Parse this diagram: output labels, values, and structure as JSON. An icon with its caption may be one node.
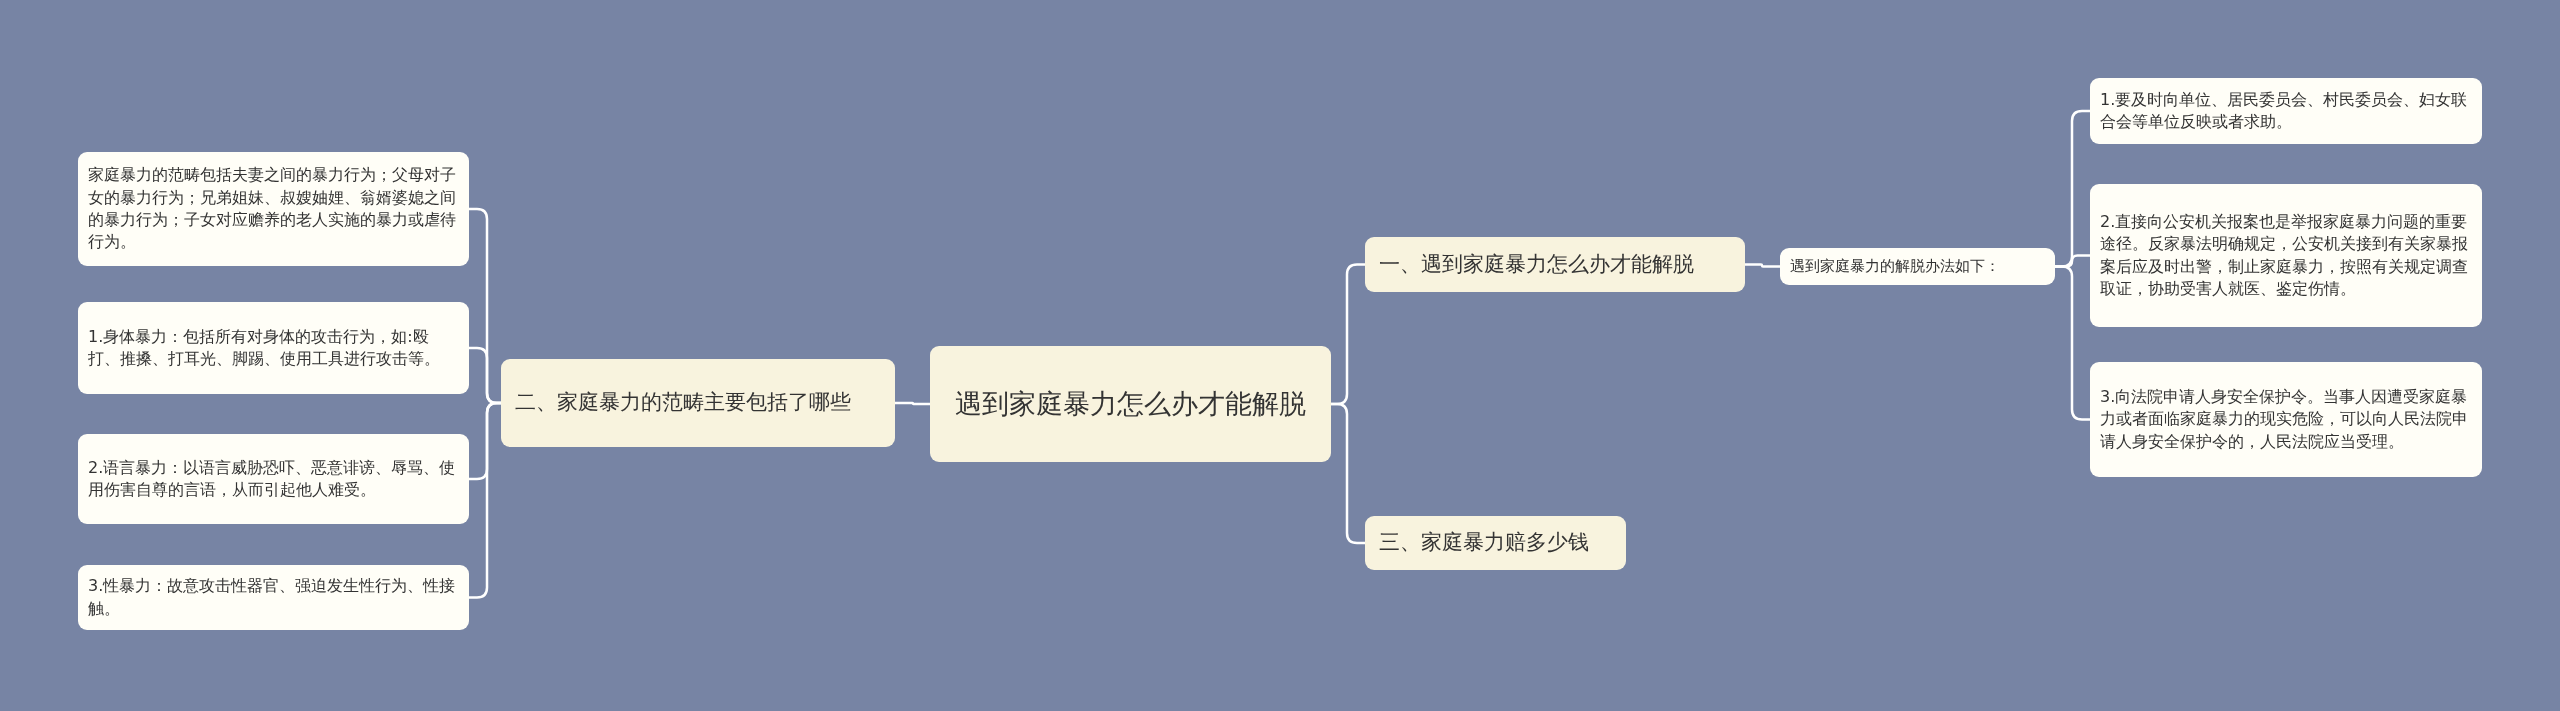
{
  "diagram": {
    "nodes": [
      {
        "text": [
          "遇到家庭暴力怎么办才能解脱"
        ]
      },
      {
        "text": [
          "二、家庭暴力的范畴主要包括了哪些"
        ]
      },
      {
        "text": [
          "家庭暴力的范畴包括夫妻之间的暴力行为；父母对子女的暴力行为；兄弟姐妹、叔嫂妯娌、翁婿婆媳之间的暴力行为；子女对应赡养的老人实施的暴力或虐待行为。"
        ]
      },
      {
        "text": [
          "1.身体暴力：包括所有对身体的攻击行为，如:殴打、推搡、打耳光、脚踢、使用工具进行攻击等。"
        ]
      },
      {
        "text": [
          "2.语言暴力：以语言威胁恐吓、恶意诽谤、辱骂、使用伤害自尊的言语，从而引起他人难受。"
        ]
      },
      {
        "text": [
          "3.性暴力：故意攻击性器官、强迫发生性行为、性接触。"
        ]
      },
      {
        "text": [
          "一、遇到家庭暴力怎么办才能解脱"
        ]
      },
      {
        "text": [
          "遇到家庭暴力的解脱办法如下："
        ]
      },
      {
        "text": [
          "1.要及时向单位、居民委员会、村民委员会、妇女联合会等单位反映或者求助。"
        ]
      },
      {
        "text": [
          "2.直接向公安机关报案也是举报家庭暴力问题的重要途径。反家暴法明确规定，公安机关接到有关家暴报案后应及时出警，制止家庭暴力，按照有关规定调查取证，协助受害人就医、鉴定伤情。"
        ]
      },
      {
        "text": [
          "3.向法院申请人身安全保护令。当事人因遭受家庭暴力或者面临家庭暴力的现实危险，可以向人民法院申请人身安全保护令的，人民法院应当受理。"
        ]
      },
      {
        "text": [
          "三、家庭暴力赔多少钱"
        ]
      }
    ],
    "edges": [
      {
        "from": 0,
        "to": 1,
        "arrow": "none"
      },
      {
        "from": 1,
        "to": 2,
        "arrow": "none"
      },
      {
        "from": 1,
        "to": 3,
        "arrow": "none"
      },
      {
        "from": 1,
        "to": 4,
        "arrow": "none"
      },
      {
        "from": 1,
        "to": 5,
        "arrow": "none"
      },
      {
        "from": 0,
        "to": 6,
        "arrow": "none"
      },
      {
        "from": 6,
        "to": 7,
        "arrow": "none"
      },
      {
        "from": 7,
        "to": 8,
        "arrow": "none"
      },
      {
        "from": 7,
        "to": 9,
        "arrow": "none"
      },
      {
        "from": 7,
        "to": 10,
        "arrow": "none"
      },
      {
        "from": 0,
        "to": 11,
        "arrow": "none"
      }
    ]
  }
}
